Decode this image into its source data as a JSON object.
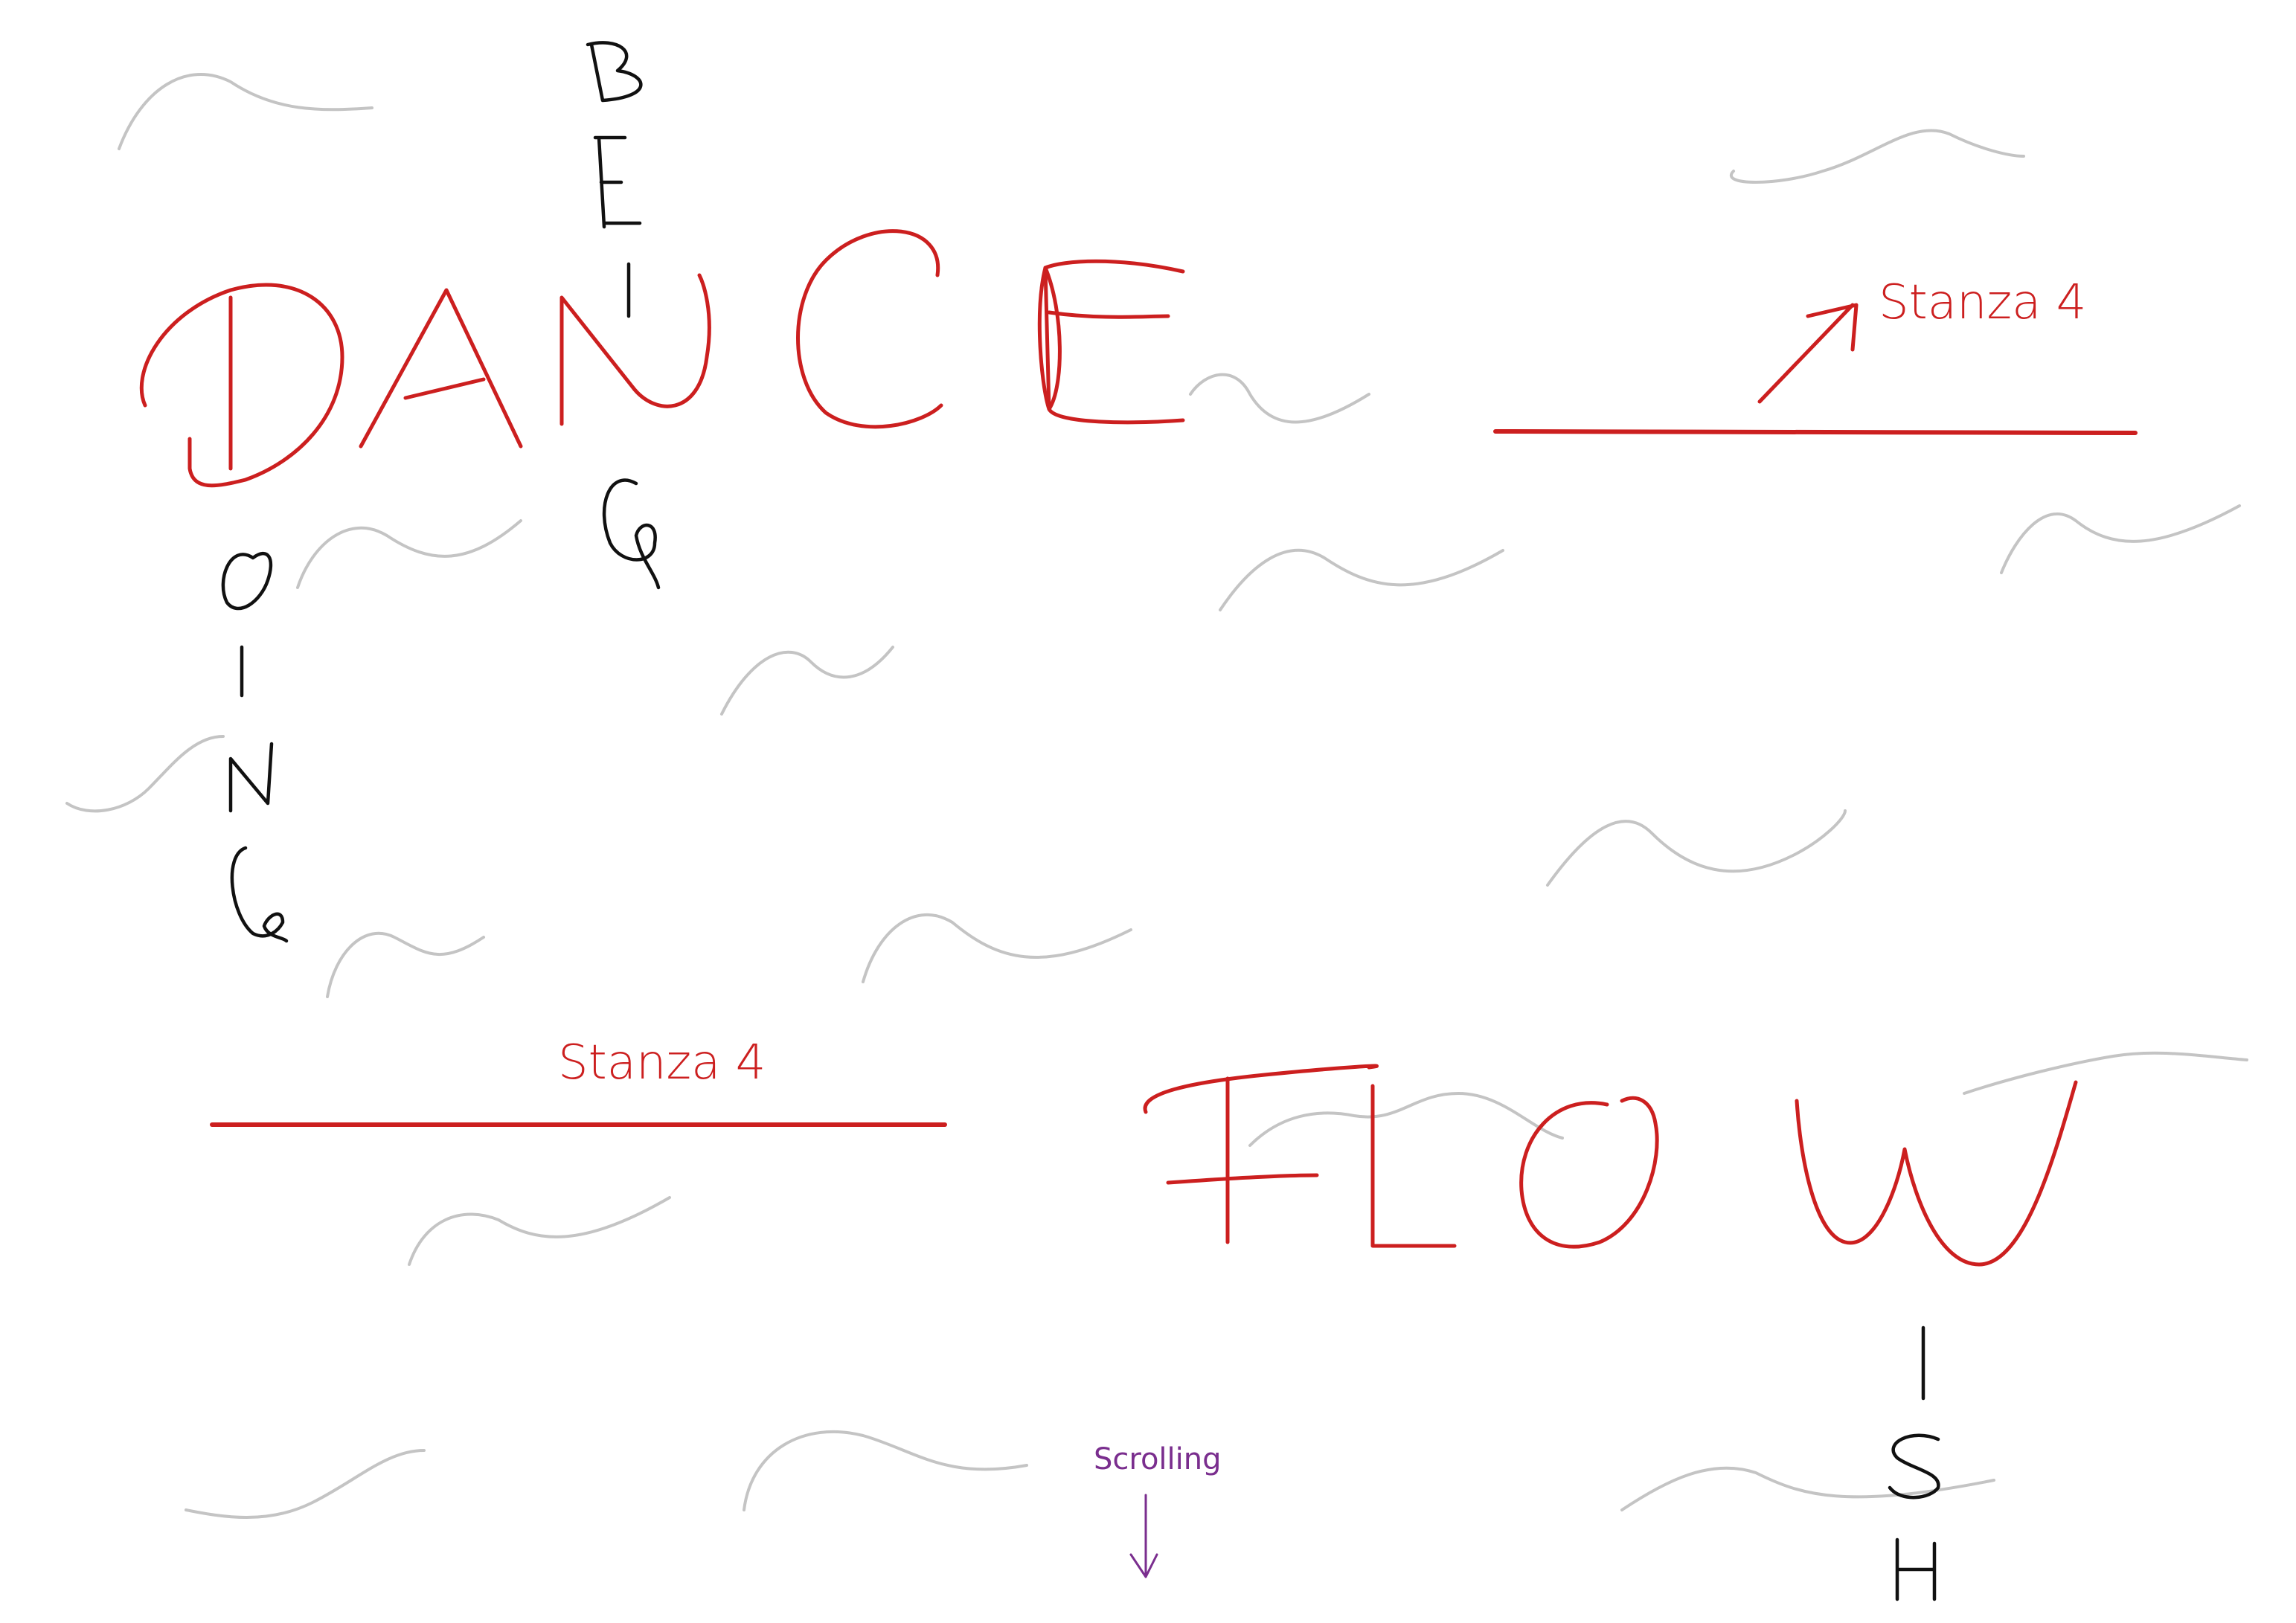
{
  "colors": {
    "ink_red": "#cc1f1f",
    "ink_black": "#111111",
    "ink_purple": "#7a2e8e",
    "wave_grey": "#c4c4c4",
    "paper": "#ffffff"
  },
  "words": {
    "dance": "DANCE",
    "flow": "FLOW",
    "being": [
      "B",
      "E",
      "I",
      "N",
      "G"
    ],
    "doing": [
      "O",
      "I",
      "N",
      "G"
    ],
    "flowish": [
      "I",
      "S",
      "H"
    ]
  },
  "annotations": {
    "stanza_top": "Stanza 4",
    "stanza_left": "Stanza 4",
    "scrolling": "Scrolling"
  }
}
